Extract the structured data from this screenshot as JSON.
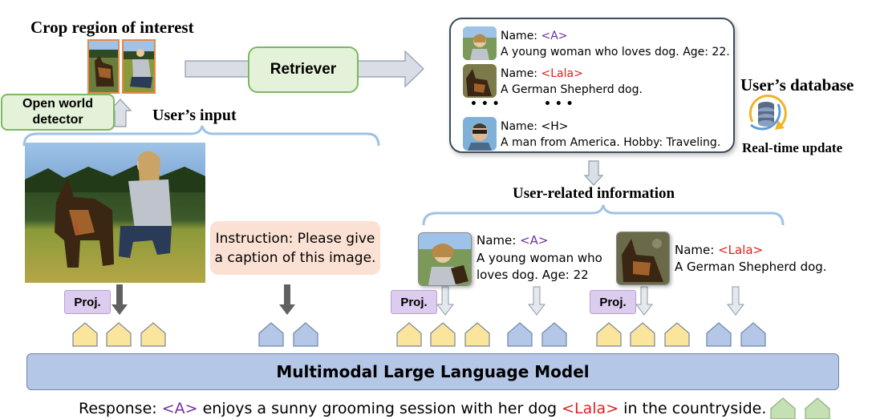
{
  "labels": {
    "crop_title": "Crop region of interest",
    "detector": "Open world detector",
    "users_input": "User’s input",
    "retriever": "Retriever",
    "users_database": "User’s database",
    "realtime_update": "Real-time update",
    "user_related_info": "User-related information",
    "instruction": "Instruction: Please give a caption of this image.",
    "proj": "Proj.",
    "model": "Multimodal Large Language Model",
    "ellipsis": "• • •"
  },
  "database": {
    "entries": [
      {
        "name_prefix": "Name: ",
        "name_tag": "<A>",
        "desc": "A young woman who loves dog. Age: 22."
      },
      {
        "name_prefix": "Name: ",
        "name_tag": "<Lala>",
        "desc": "A German Shepherd dog."
      },
      {
        "name_prefix": "Name: ",
        "name_tag": "<H>",
        "desc": "A man from America. Hobby: Traveling."
      }
    ]
  },
  "retrieved": [
    {
      "name_prefix": "Name: ",
      "name_tag": "<A>",
      "desc_line1": "A young woman who",
      "desc_line2": "loves dog. Age: 22"
    },
    {
      "name_prefix": "Name: ",
      "name_tag": "<Lala>",
      "desc_line1": "A German Shepherd dog."
    }
  ],
  "response": {
    "prefix": "Response: ",
    "tag_a": "<A>",
    "middle": " enjoys a sunny grooming session with her dog ",
    "tag_lala": "<Lala>",
    "suffix": " in the countryside."
  },
  "colors": {
    "purple_tag": "#7030a0",
    "red_tag": "#e02020",
    "token_yellow": "#fbe49b",
    "token_blue": "#b4c7e7",
    "token_green": "#c5e0b4",
    "brace_blue": "#9dc3e6"
  }
}
